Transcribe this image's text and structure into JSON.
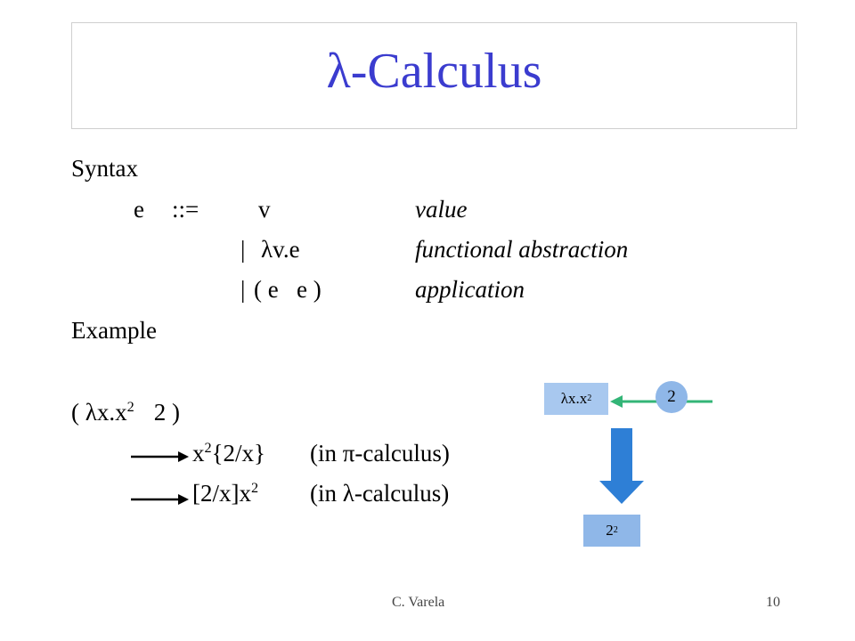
{
  "title": "λ-Calculus",
  "syntax": {
    "heading": "Syntax",
    "rule1": {
      "lhs": "e",
      "op": "::=",
      "term": "v",
      "desc": "value"
    },
    "rule2": {
      "bar": "|",
      "term": "λv.e",
      "desc": "functional abstraction"
    },
    "rule3": {
      "bar": "|",
      "term": "( e   e )",
      "desc": "application"
    }
  },
  "example": {
    "heading": "Example",
    "expr_prefix": "( λx.x",
    "expr_sup": "2",
    "expr_suffix": "2 )",
    "step1": {
      "base": "x",
      "sup": "2",
      "rest": "{2/x}",
      "note": "(in π-calculus)"
    },
    "step2": {
      "base": "[2/x]x",
      "sup": "2",
      "note": "(in λ-calculus)"
    }
  },
  "diagram": {
    "func_base": "λx.x",
    "func_sup": "2",
    "arg": "2",
    "result_base": "2",
    "result_sup": "2",
    "colors": {
      "box": "#a8c8ef",
      "arrow_green": "#33b577",
      "arrow_blue": "#2e7fd6"
    }
  },
  "footer": {
    "author": "C. Varela",
    "page": "10"
  }
}
